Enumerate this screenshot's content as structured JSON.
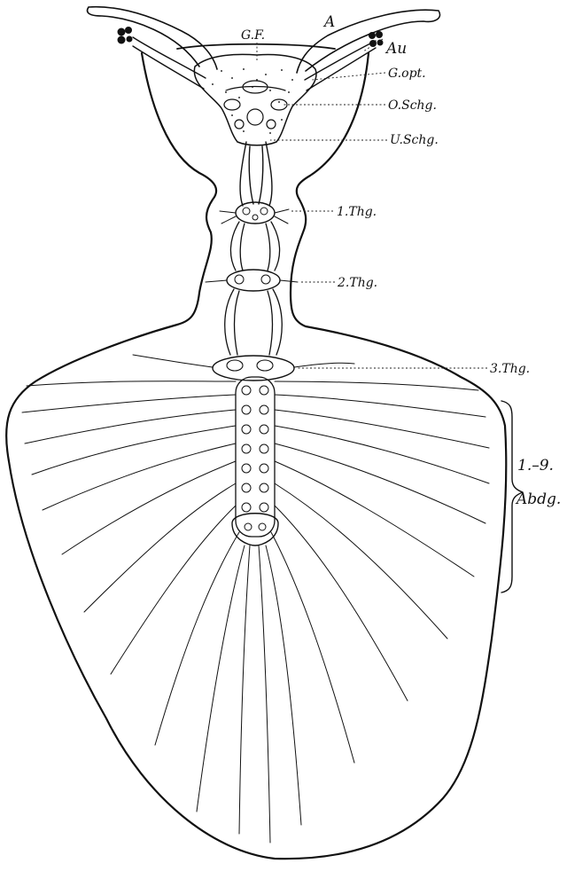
{
  "labels": {
    "antenna": "A",
    "eye": "Au",
    "frontal_ganglion": "G.F.",
    "optic_ganglion": "G.opt.",
    "supraesophageal_ganglion": "O.Schg.",
    "subesophageal_ganglion": "U.Schg.",
    "thoracic_ganglion_1": "1.Thg.",
    "thoracic_ganglion_2": "2.Thg.",
    "thoracic_ganglion_3": "3.Thg.",
    "abdominal_range": "1.–9.",
    "abdominal_ganglia": "Abdg."
  },
  "colors": {
    "ink": "#111111",
    "paper": "#ffffff",
    "stipple": "#333333"
  }
}
